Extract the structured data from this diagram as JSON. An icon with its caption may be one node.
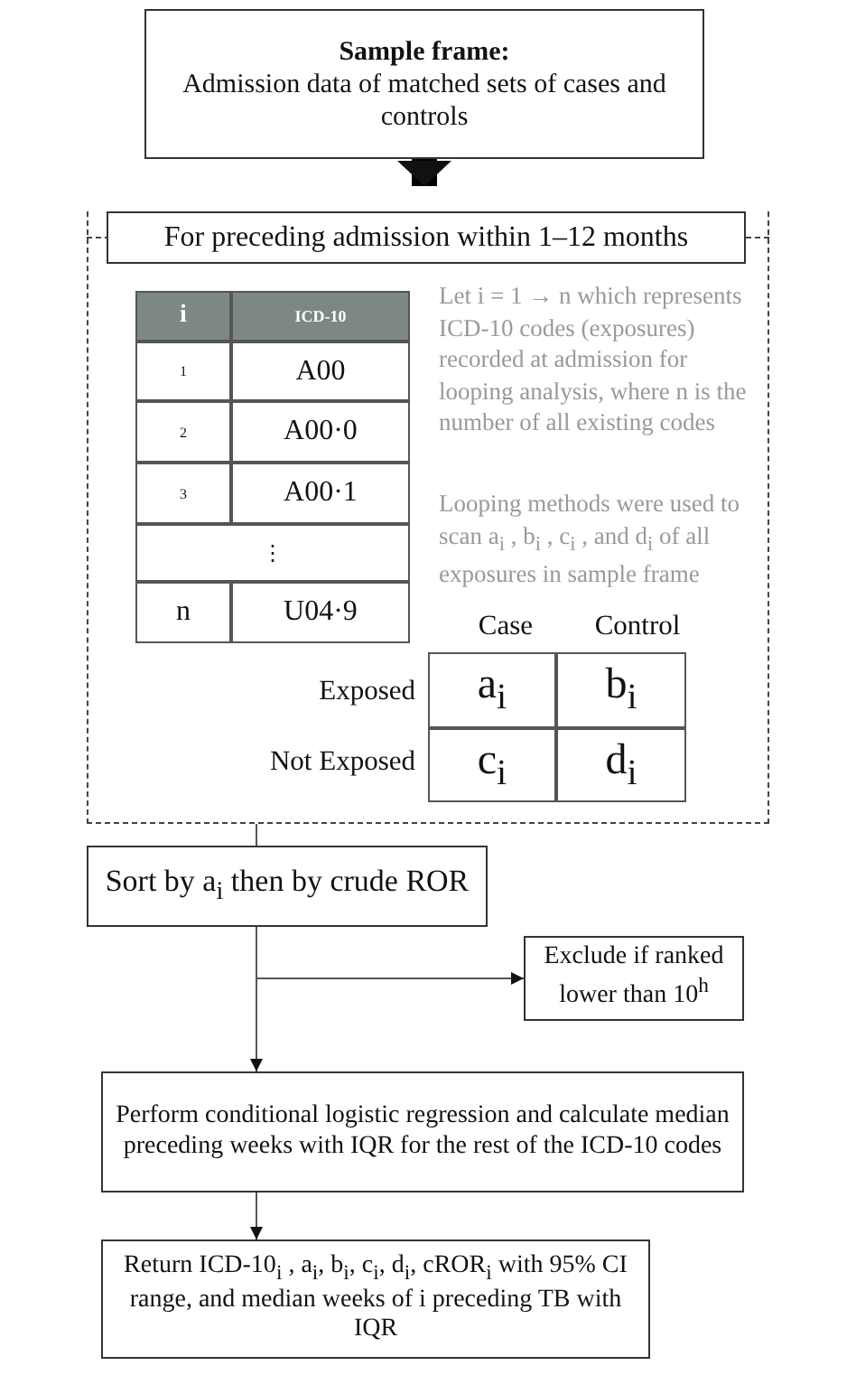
{
  "diagram": {
    "nodes": [
      {
        "text": [
          "Sample frame:",
          "Admission data of matched sets of cases and controls"
        ]
      },
      {
        "text": [
          "For preceding admission within 1–12 months"
        ]
      },
      {
        "text": [
          "Sort by a$_{i}$ then by crude ROR"
        ]
      },
      {
        "text": [
          "Exclude if ranked lower than 10$^{h}$"
        ]
      },
      {
        "text": [
          "Perform conditional logistic regression and calculate median preceding weeks with IQR for the rest of the ICD-10 codes"
        ]
      },
      {
        "text": [
          "Return ICD-10$_{i}$ , a$_{i}$, b$_{i}$, c$_{i}$, d$_{i}$, cROR$_{i}$ with 95% CI range, and median weeks of i preceding TB with IQR"
        ]
      }
    ],
    "edges": [
      {
        "from": 0,
        "to": 1,
        "arrow": "to",
        "style": "thick"
      },
      {
        "from": 1,
        "to": 2,
        "arrow": "none"
      },
      {
        "from": 2,
        "to": 3,
        "arrow": "to"
      },
      {
        "from": 2,
        "to": 4,
        "arrow": "to"
      },
      {
        "from": 4,
        "to": 5,
        "arrow": "to"
      }
    ],
    "labels": [
      "i",
      "ICD-10",
      "1",
      "A00",
      "2",
      "A00·0",
      "3",
      "A00·1",
      "⋮",
      "n",
      "U04·9",
      "Let i = 1 → n which represents ICD-10 codes (exposures) recorded at admission for looping analysis, where n is the number of all existing codes",
      "Looping methods were used to scan a$_{i}$ , b$_{i}$ , c$_{i}$ , and d$_{i}$ of all exposures in sample frame",
      "Case",
      "Control",
      "Exposed",
      "a$_{i}$",
      "b$_{i}$",
      "Not Exposed",
      "c$_{i}$",
      "d$_{i}$"
    ]
  }
}
